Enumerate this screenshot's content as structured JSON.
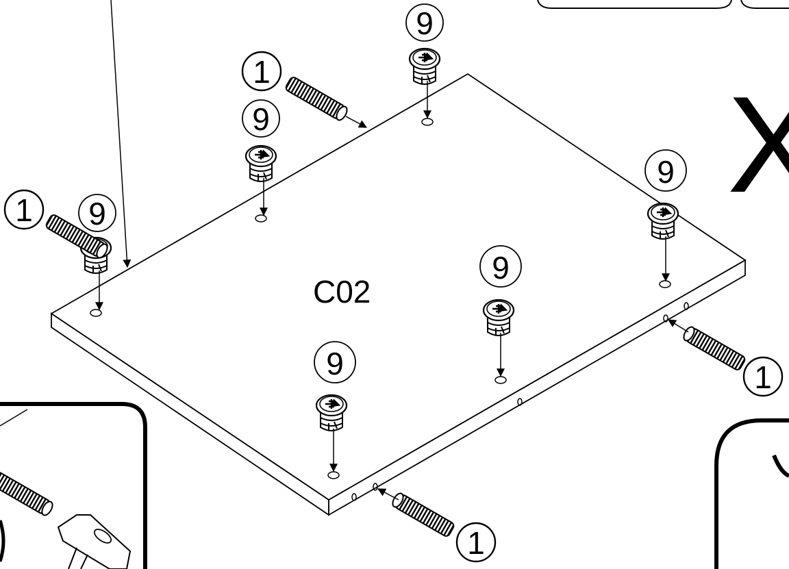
{
  "panel": {
    "label": "C02"
  },
  "parts": {
    "dowel_number": "1",
    "cam_number": "9"
  },
  "side_marker": "X"
}
